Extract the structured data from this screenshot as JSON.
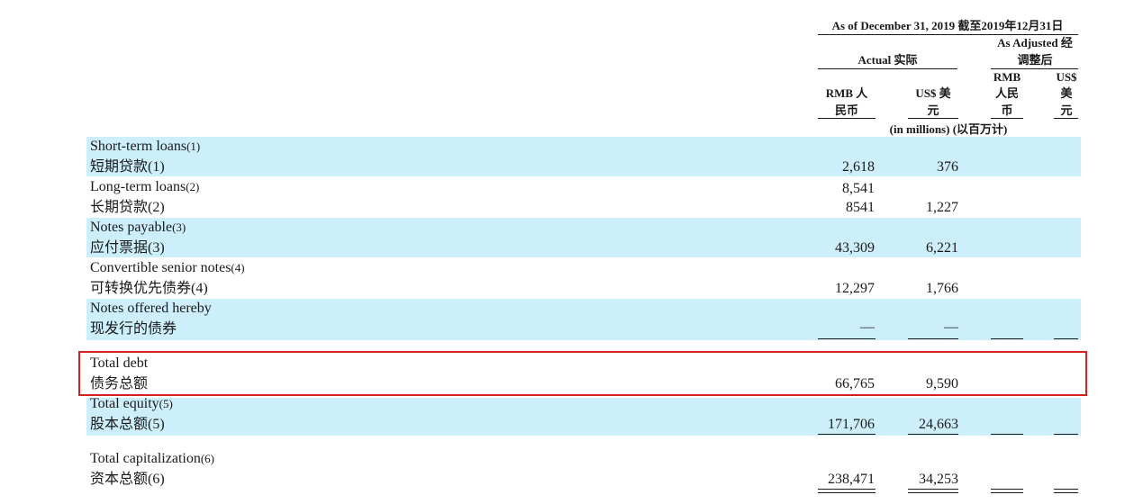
{
  "header": {
    "as_of": "As of December 31, 2019 截至2019年12月31日",
    "actual": "Actual 实际",
    "adjusted_line1": "As Adjusted 经",
    "adjusted_line2": "调整后",
    "col_rmb_actual_l1": "RMB 人",
    "col_rmb_actual_l2": "民币",
    "col_usd_actual_l1": "US$ 美",
    "col_usd_actual_l2": "元",
    "col_rmb_adj_l1": "RMB",
    "col_rmb_adj_l2": "人民",
    "col_rmb_adj_l3": "币",
    "col_usd_adj_l1": "US$",
    "col_usd_adj_l2": "美",
    "col_usd_adj_l3": "元",
    "units": "(in millions) (以百万计)"
  },
  "rows": [
    {
      "en": "Short-term loans",
      "en_sup": "(1)",
      "zh": "短期贷款(1)",
      "rmb": "2,618",
      "usd": "376"
    },
    {
      "en": "Long-term loans",
      "en_sup": "(2)",
      "zh": "长期贷款(2)",
      "rmb_en": "8,541",
      "rmb": "8541",
      "usd": "1,227"
    },
    {
      "en": "Notes payable",
      "en_sup": "(3)",
      "zh": "应付票据(3)",
      "rmb": "43,309",
      "usd": "6,221"
    },
    {
      "en": "Convertible senior notes",
      "en_sup": "(4)",
      "zh": "可转换优先债券(4)",
      "rmb": "12,297",
      "usd": "1,766"
    },
    {
      "en": "Notes offered hereby",
      "zh": "现发行的债券",
      "rmb": "—",
      "usd": "—"
    },
    {
      "en": "Total debt",
      "zh": "债务总额",
      "rmb": "66,765",
      "usd": "9,590"
    },
    {
      "en": "Total equity",
      "en_sup": "(5)",
      "zh": "股本总额(5)",
      "rmb": "171,706",
      "usd": "24,663"
    },
    {
      "en": "Total capitalization",
      "en_sup": "(6)",
      "zh": "资本总额(6)",
      "rmb": "238,471",
      "usd": "34,253"
    }
  ],
  "colors": {
    "band": "#cdeefb",
    "highlight_box": "#d42020"
  }
}
